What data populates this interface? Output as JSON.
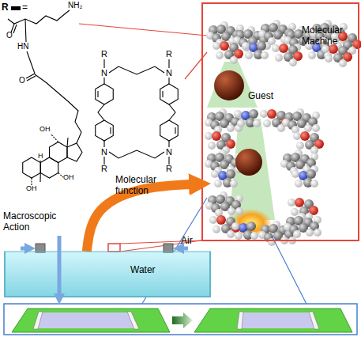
{
  "diagram": {
    "nodes": [
      {
        "text": [
          "Molecular Machine",
          "Guest"
        ]
      },
      {
        "text": [
          "Water"
        ]
      }
    ],
    "edges": [
      {
        "from": 1,
        "to": 0,
        "arrow": "to",
        "label": "Molecular function"
      }
    ],
    "labels": [
      "R",
      "=",
      "NH₂",
      "O",
      "HN",
      "O",
      "OH",
      "OH",
      "H",
      "OH",
      "N",
      "N",
      "N",
      "N",
      "R",
      "R",
      "R",
      "R",
      "Macroscopic Action",
      "Air"
    ]
  }
}
